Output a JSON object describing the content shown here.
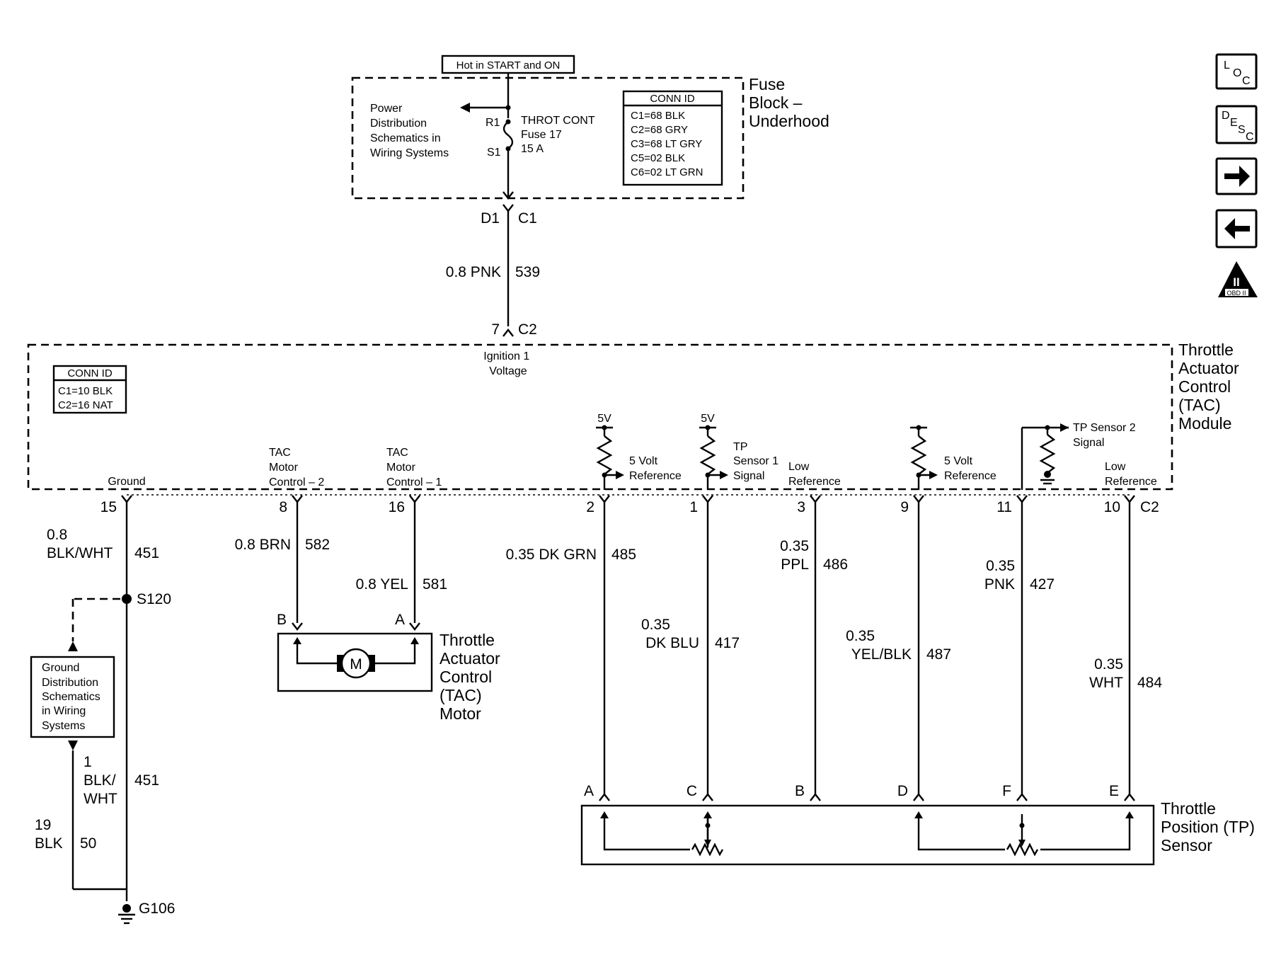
{
  "fuse_block": {
    "hot_label": "Hot in START and ON",
    "title": [
      "Fuse",
      "Block –",
      "Underhood"
    ],
    "power_dist": [
      "Power",
      "Distribution",
      "Schematics in",
      "Wiring Systems"
    ],
    "fuse_pin_top": "R1",
    "fuse_pin_bottom": "S1",
    "fuse_desc": [
      "THROT CONT",
      "Fuse 17",
      "15 A"
    ],
    "conn_id_title": "CONN ID",
    "conn_ids": [
      "C1=68 BLK",
      "C2=68 GRY",
      "C3=68 LT GRY",
      "C5=02 BLK",
      "C6=02 LT GRN"
    ],
    "out_pin": "D1",
    "out_conn": "C1"
  },
  "feed_wire": {
    "gauge_color": "0.8 PNK",
    "circuit": "539"
  },
  "tac_module": {
    "title": [
      "Throttle",
      "Actuator",
      "Control",
      "(TAC)",
      "Module"
    ],
    "conn_id_title": "CONN ID",
    "conn_ids": [
      "C1=10 BLK",
      "C2=16 NAT"
    ],
    "in_pin": "7",
    "in_conn": "C2",
    "ignition_label": [
      "Ignition 1",
      "Voltage"
    ],
    "five_v_1": "5V",
    "five_v_2": "5V",
    "internal_labels": {
      "ground": "Ground",
      "motor2": [
        "TAC",
        "Motor",
        "Control – 2"
      ],
      "motor1": [
        "TAC",
        "Motor",
        "Control – 1"
      ],
      "ref1": [
        "5 Volt",
        "Reference"
      ],
      "tp1_signal": [
        "TP",
        "Sensor 1",
        "Signal"
      ],
      "low_ref1": [
        "Low",
        "Reference"
      ],
      "ref2": [
        "5 Volt",
        "Reference"
      ],
      "tp2_signal": [
        "TP Sensor 2",
        "Signal"
      ],
      "low_ref2": [
        "Low",
        "Reference"
      ]
    },
    "c2_label": "C2",
    "pins": [
      "15",
      "8",
      "16",
      "2",
      "1",
      "3",
      "9",
      "11",
      "10"
    ]
  },
  "wires": [
    {
      "pin": "15",
      "gauge": "0.8",
      "color": "BLK/WHT",
      "circuit": "451"
    },
    {
      "pin": "8",
      "gauge": "0.8",
      "color": "BRN",
      "circuit": "582"
    },
    {
      "pin": "16",
      "gauge": "0.8",
      "color": "YEL",
      "circuit": "581"
    },
    {
      "pin": "2",
      "gauge": "0.35",
      "color": "DK GRN",
      "circuit": "485"
    },
    {
      "pin": "1",
      "gauge": "0.35",
      "color": "DK BLU",
      "circuit": "417"
    },
    {
      "pin": "3",
      "gauge": "0.35",
      "color": "PPL",
      "circuit": "486"
    },
    {
      "pin": "9",
      "gauge": "0.35",
      "color": "YEL/BLK",
      "circuit": "487"
    },
    {
      "pin": "11",
      "gauge": "0.35",
      "color": "PNK",
      "circuit": "427"
    },
    {
      "pin": "10",
      "gauge": "0.35",
      "color": "WHT",
      "circuit": "484"
    }
  ],
  "splice": {
    "label": "S120"
  },
  "ground_dist": [
    "Ground",
    "Distribution",
    "Schematics",
    "in Wiring",
    "Systems"
  ],
  "ground_wire_1": {
    "gauge": "1",
    "color_lines": [
      "BLK/",
      "WHT"
    ],
    "circuit": "451"
  },
  "ground_wire_2": {
    "gauge": "19",
    "color": "BLK",
    "circuit": "50"
  },
  "ground": {
    "label": "G106"
  },
  "motor": {
    "title": [
      "Throttle",
      "Actuator",
      "Control",
      "(TAC)",
      "Motor"
    ],
    "pin_b": "B",
    "pin_a": "A",
    "symbol": "M"
  },
  "tp_sensor": {
    "title": [
      "Throttle",
      "Position (TP)",
      "Sensor"
    ],
    "pins": [
      "A",
      "C",
      "B",
      "D",
      "F",
      "E"
    ]
  },
  "nav": {
    "loc": [
      "L",
      "O",
      "C"
    ],
    "desc": [
      "D",
      "E",
      "S",
      "C"
    ],
    "next": "→",
    "prev": "←",
    "obd": [
      "II",
      "OBD II"
    ]
  }
}
